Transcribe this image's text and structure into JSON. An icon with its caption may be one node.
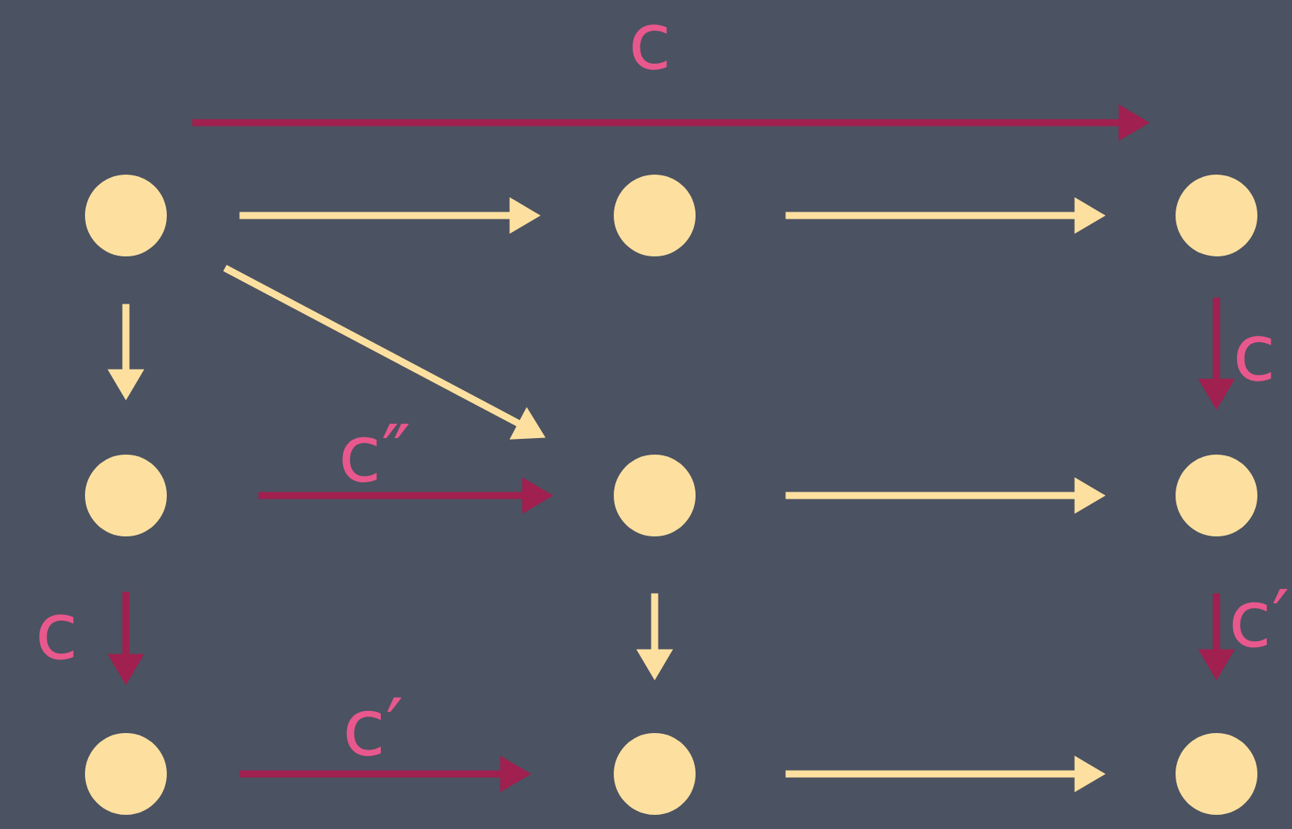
{
  "diagram": {
    "nodes": [
      {
        "text": [],
        "shape": "circle"
      },
      {
        "text": [],
        "shape": "circle"
      },
      {
        "text": [],
        "shape": "circle"
      },
      {
        "text": [],
        "shape": "circle"
      },
      {
        "text": [],
        "shape": "circle"
      },
      {
        "text": [],
        "shape": "circle"
      },
      {
        "text": [],
        "shape": "circle"
      },
      {
        "text": [],
        "shape": "circle"
      },
      {
        "text": [],
        "shape": "circle"
      }
    ],
    "edges": [
      {
        "from": 0,
        "to": 2,
        "arrow": "to",
        "label": "c",
        "color": "#a0204f"
      },
      {
        "from": 0,
        "to": 1,
        "arrow": "to"
      },
      {
        "from": 1,
        "to": 2,
        "arrow": "to"
      },
      {
        "from": 0,
        "to": 3,
        "arrow": "to"
      },
      {
        "from": 0,
        "to": 4,
        "arrow": "to"
      },
      {
        "from": 2,
        "to": 5,
        "arrow": "to",
        "label": "c",
        "color": "#a0204f"
      },
      {
        "from": 3,
        "to": 4,
        "arrow": "to",
        "label": "c″",
        "color": "#a0204f"
      },
      {
        "from": 4,
        "to": 5,
        "arrow": "to"
      },
      {
        "from": 3,
        "to": 6,
        "arrow": "to",
        "label": "c",
        "color": "#a0204f"
      },
      {
        "from": 4,
        "to": 7,
        "arrow": "to"
      },
      {
        "from": 5,
        "to": 8,
        "arrow": "to",
        "label": "c′",
        "color": "#a0204f"
      },
      {
        "from": 6,
        "to": 7,
        "arrow": "to",
        "label": "c′",
        "color": "#a0204f"
      },
      {
        "from": 7,
        "to": 8,
        "arrow": "to"
      }
    ]
  }
}
